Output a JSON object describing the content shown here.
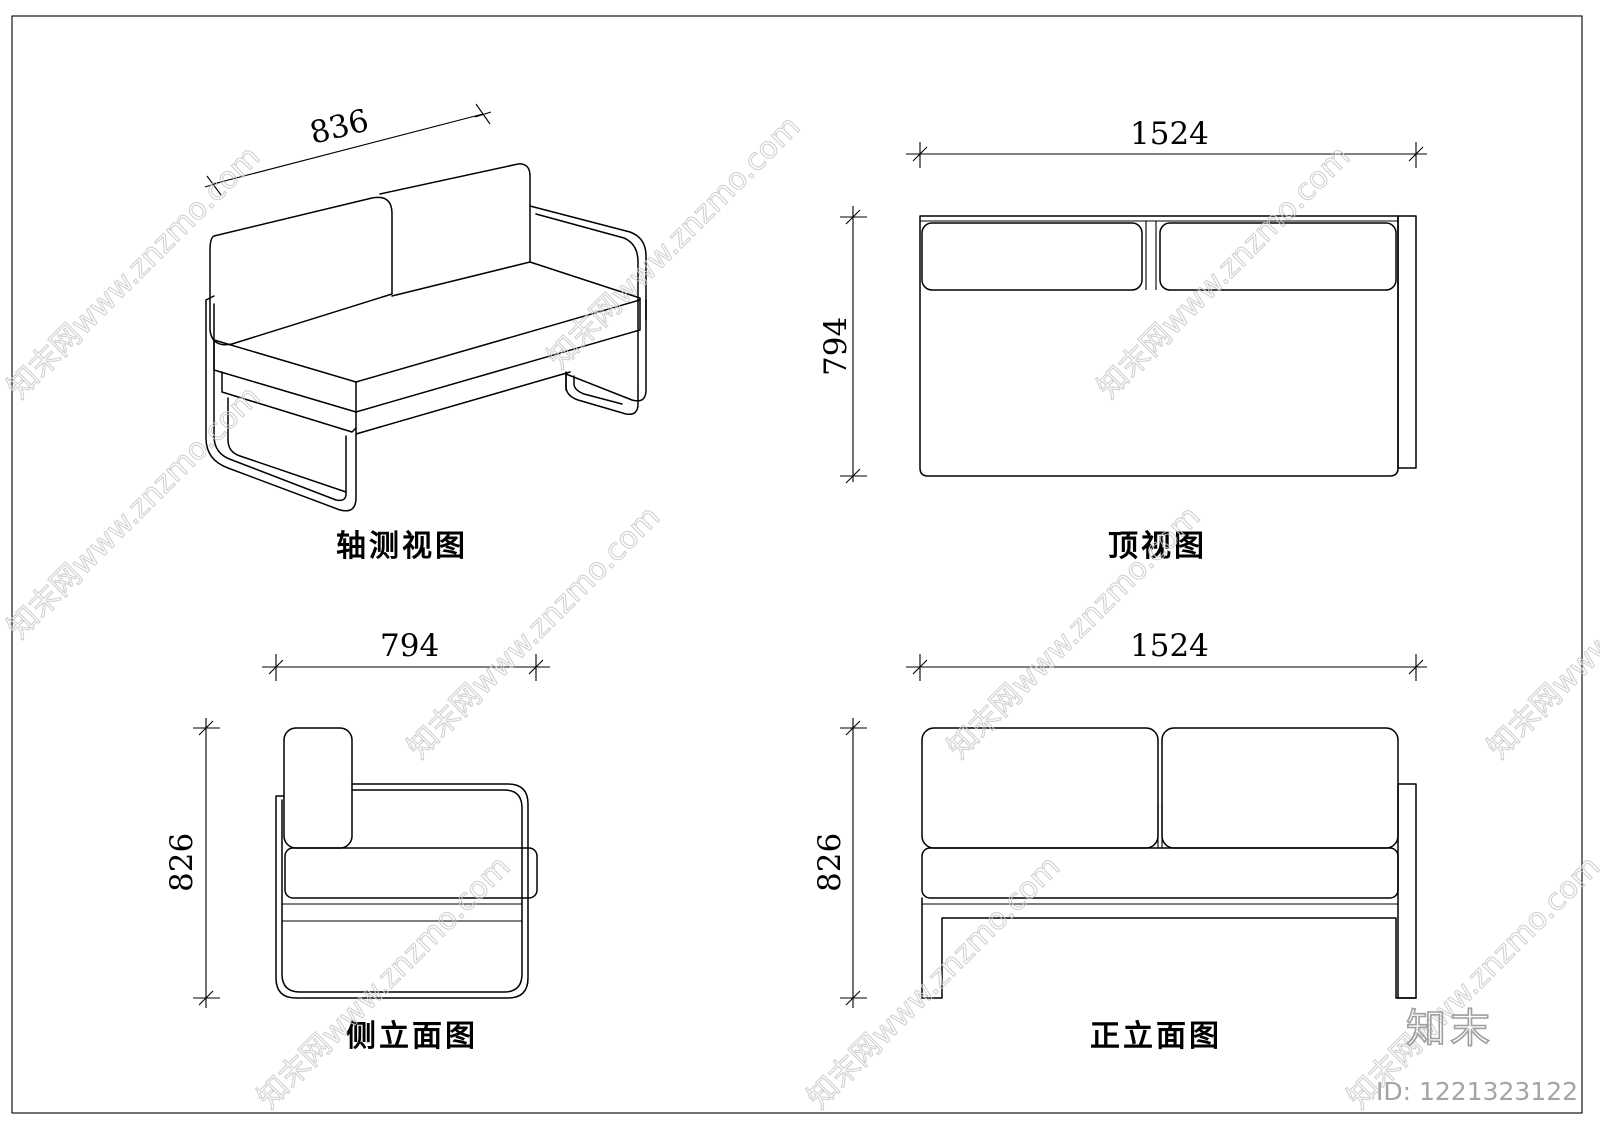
{
  "views": {
    "axonometric": {
      "caption": "轴测视图",
      "dims": {
        "width": "836"
      }
    },
    "top": {
      "caption": "顶视图",
      "dims": {
        "width": "1524",
        "depth": "794"
      }
    },
    "side": {
      "caption": "侧立面图",
      "dims": {
        "depth": "794",
        "height": "826"
      }
    },
    "front": {
      "caption": "正立面图",
      "dims": {
        "width": "1524",
        "height": "826"
      }
    }
  },
  "watermark": {
    "text": "知末网www.znzmo.com",
    "logo": "知末",
    "id_label": "ID: 1221323122",
    "color": "#c9c9c9"
  }
}
